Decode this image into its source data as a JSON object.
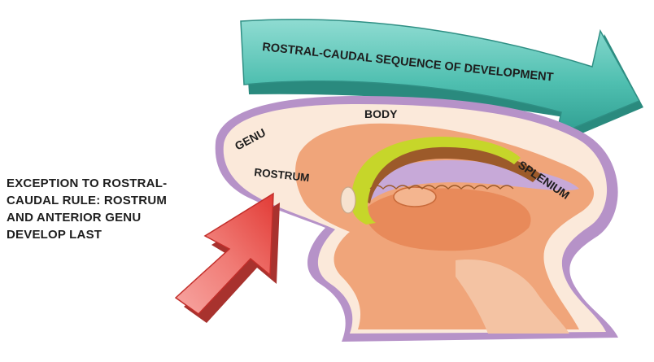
{
  "banner": {
    "text": "ROSTRAL-CAUDAL SEQUENCE OF DEVELOPMENT"
  },
  "labels": {
    "genu": "GENU",
    "body": "BODY",
    "rostrum": "ROSTRUM",
    "splenium": "SPLENIUM"
  },
  "note": {
    "lines": [
      "EXCEPTION TO ROSTRAL-",
      "CAUDAL RULE:  ROSTRUM",
      "AND ANTERIOR GENU",
      "DEVELOP LAST"
    ]
  },
  "colors": {
    "outline": "#b692c8",
    "corpus_callosum": "#fbe9da",
    "brain_tissue": "#f0a57a",
    "fornix": "#c6d62a",
    "teal_arrow": "#4fbfb0",
    "red_arrow": "#ef5a56"
  }
}
